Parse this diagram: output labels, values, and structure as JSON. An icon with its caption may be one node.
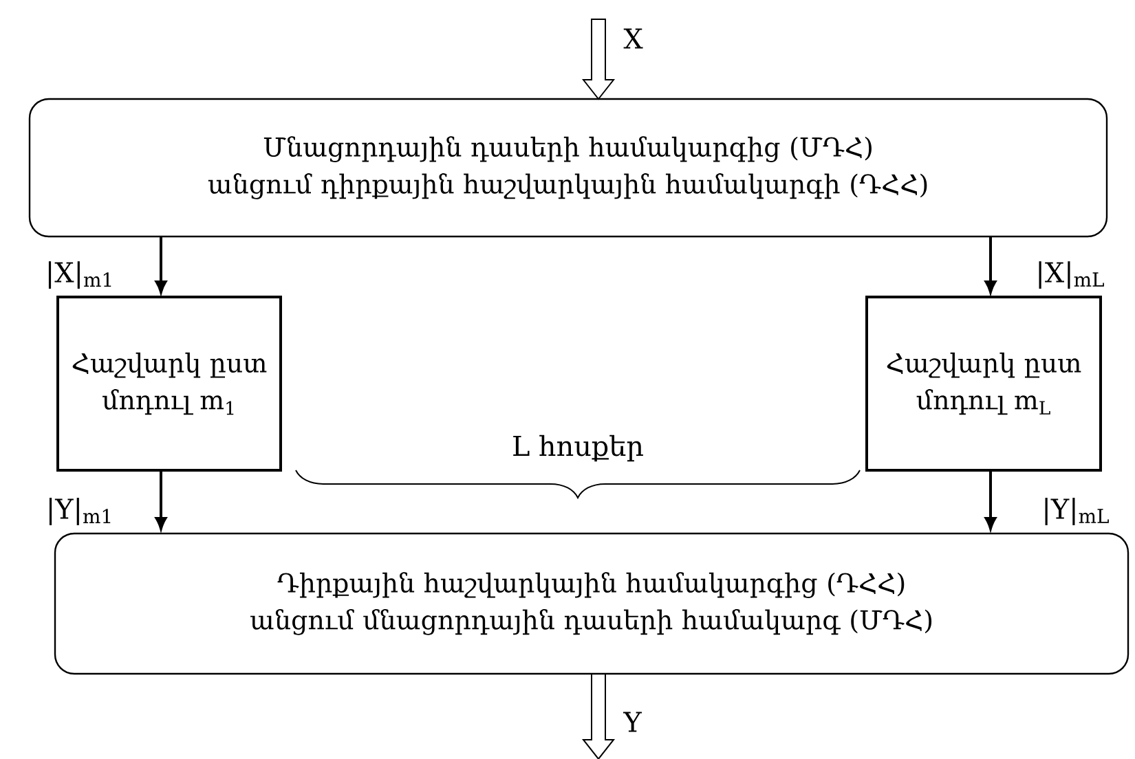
{
  "diagram": {
    "nodes": [
      {
        "text": [
          "Մնացորդային դասերի համակարգից (ՄԴՀ)  անցում դիրքային հաշվարկային համակարգի (ԴՀՀ)"
        ]
      },
      {
        "text": [
          "Հաշվարկ ըստ մոդուլ m$_{1}$"
        ]
      },
      {
        "text": [
          "Հաշվարկ ըստ մոդուլ m$_{L}$"
        ]
      },
      {
        "text": [
          "Դիրքային հաշվարկային համակարգից (ԴՀՀ) անցում մնացորդային դասերի համակարգ (ՄԴՀ)"
        ]
      }
    ],
    "edges": [
      {
        "from": null,
        "to": 0,
        "arrow": "to",
        "label": "X"
      },
      {
        "from": 0,
        "to": 1,
        "arrow": "to",
        "label": "|X|$_{m1}$"
      },
      {
        "from": 0,
        "to": 2,
        "arrow": "to",
        "label": "|X|$_{mL}$"
      },
      {
        "from": 1,
        "to": 3,
        "arrow": "to",
        "label": "|Y|$_{m1}$"
      },
      {
        "from": 2,
        "to": 3,
        "arrow": "to",
        "label": "|Y|$_{mL}$"
      },
      {
        "from": 3,
        "to": null,
        "arrow": "to",
        "label": "Y"
      }
    ],
    "labels": [
      "L հոսքեր"
    ]
  }
}
